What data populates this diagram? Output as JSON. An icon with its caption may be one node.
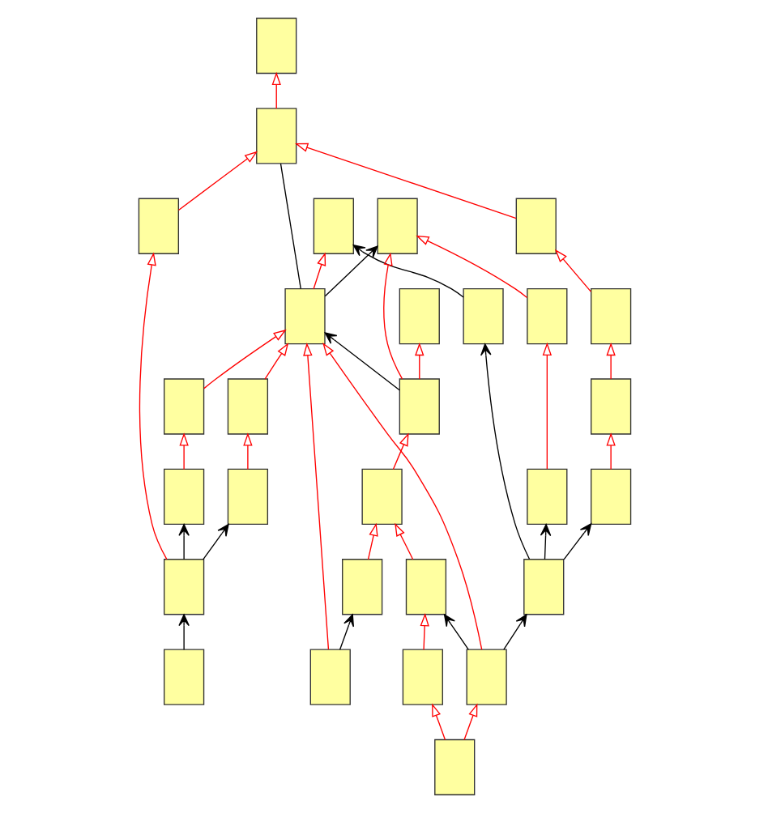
{
  "diagram": {
    "nodes": [
      {
        "text": [],
        "shape": "box"
      },
      {
        "text": [],
        "shape": "box"
      },
      {
        "text": [],
        "shape": "box"
      },
      {
        "text": [],
        "shape": "box"
      },
      {
        "text": [],
        "shape": "box"
      },
      {
        "text": [],
        "shape": "box"
      },
      {
        "text": [],
        "shape": "box"
      },
      {
        "text": [],
        "shape": "box"
      },
      {
        "text": [],
        "shape": "box"
      },
      {
        "text": [],
        "shape": "box"
      },
      {
        "text": [],
        "shape": "box"
      },
      {
        "text": [],
        "shape": "box"
      },
      {
        "text": [],
        "shape": "box"
      },
      {
        "text": [],
        "shape": "box"
      },
      {
        "text": [],
        "shape": "box"
      },
      {
        "text": [],
        "shape": "box"
      },
      {
        "text": [],
        "shape": "box"
      },
      {
        "text": [],
        "shape": "box"
      },
      {
        "text": [],
        "shape": "box"
      },
      {
        "text": [],
        "shape": "box"
      },
      {
        "text": [],
        "shape": "box"
      },
      {
        "text": [],
        "shape": "box"
      },
      {
        "text": [],
        "shape": "box"
      },
      {
        "text": [],
        "shape": "box"
      },
      {
        "text": [],
        "shape": "box"
      },
      {
        "text": [],
        "shape": "box"
      },
      {
        "text": [],
        "shape": "box"
      },
      {
        "text": [],
        "shape": "box"
      },
      {
        "text": [],
        "shape": "box"
      }
    ],
    "edges": [
      {
        "from": 2,
        "to": 0,
        "arrow": "to"
      },
      {
        "from": 6,
        "to": 1,
        "arrow": "to"
      },
      {
        "from": 9,
        "to": 1,
        "arrow": "to"
      },
      {
        "from": 10,
        "to": 6,
        "arrow": "to"
      },
      {
        "from": 9,
        "to": 5,
        "arrow": "to"
      },
      {
        "from": 11,
        "to": 9,
        "arrow": "to"
      },
      {
        "from": 20,
        "to": 11,
        "arrow": "to"
      },
      {
        "from": 14,
        "to": 11,
        "arrow": "to"
      },
      {
        "from": 21,
        "to": 2,
        "arrow": "to"
      },
      {
        "from": 22,
        "to": 14,
        "arrow": "to"
      },
      {
        "from": 28,
        "to": 22,
        "arrow": "to"
      },
      {
        "from": 28,
        "to": 23,
        "arrow": "to"
      },
      {
        "from": 23,
        "to": 2,
        "arrow": "to"
      },
      {
        "from": 15,
        "to": 2,
        "arrow": "to"
      },
      {
        "from": 24,
        "to": 15,
        "arrow": "to"
      },
      {
        "from": 25,
        "to": 17,
        "arrow": "to"
      },
      {
        "from": 17,
        "to": 2,
        "arrow": "to"
      },
      {
        "from": 12,
        "to": 7,
        "arrow": "to"
      },
      {
        "from": 16,
        "to": 12,
        "arrow": "to"
      },
      {
        "from": 18,
        "to": 7,
        "arrow": "to"
      },
      {
        "from": 19,
        "to": 18,
        "arrow": "to"
      },
      {
        "from": 26,
        "to": 19,
        "arrow": "to"
      },
      {
        "from": 27,
        "to": 26,
        "arrow": "to"
      },
      {
        "from": 7,
        "to": 3,
        "arrow": "to"
      },
      {
        "from": 2,
        "to": 1,
        "arrow": "to",
        "color": "#000000"
      },
      {
        "from": 9,
        "to": 2,
        "arrow": "to",
        "color": "#000000"
      },
      {
        "from": 4,
        "to": 10,
        "arrow": "to",
        "color": "#000000"
      },
      {
        "from": 2,
        "to": 7,
        "arrow": "none",
        "color": "#000000"
      },
      {
        "from": 4,
        "to": 8,
        "arrow": "to",
        "color": "#000000"
      },
      {
        "from": 8,
        "to": 0,
        "arrow": "to",
        "color": "#000000"
      },
      {
        "from": 23,
        "to": 4,
        "arrow": "to",
        "color": "#000000"
      },
      {
        "from": 4,
        "to": 27,
        "arrow": "to",
        "color": "#000000"
      },
      {
        "from": 13,
        "to": 16,
        "arrow": "to",
        "color": "#000000"
      },
      {
        "from": 16,
        "to": 24,
        "arrow": "to",
        "color": "#000000"
      },
      {
        "from": 16,
        "to": 25,
        "arrow": "to",
        "color": "#000000"
      },
      {
        "from": 23,
        "to": 14,
        "arrow": "to",
        "color": "#000000"
      },
      {
        "from": 21,
        "to": 20,
        "arrow": "to",
        "color": "#000000"
      }
    ]
  }
}
